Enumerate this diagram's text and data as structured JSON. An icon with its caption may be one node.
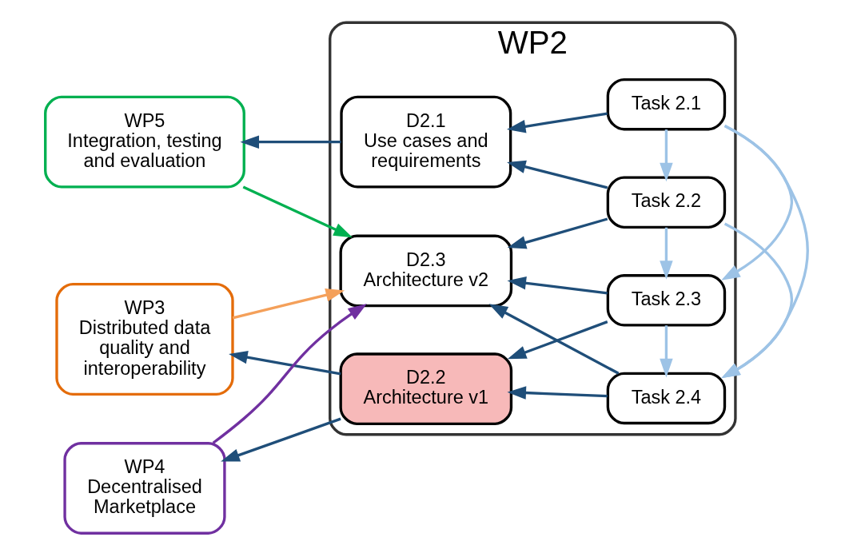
{
  "diagram": {
    "nodes": [
      {
        "text": [
          "WP2"
        ]
      },
      {
        "text": [
          "Task 2.1"
        ],
        "in": 0
      },
      {
        "text": [
          "D2.1",
          "Use cases and requirements"
        ],
        "in": 0
      },
      {
        "text": [
          "Task 2.2"
        ],
        "in": 0
      },
      {
        "text": [
          "D2.2",
          "Architecture v1"
        ],
        "in": 0
      },
      {
        "text": [
          "Task 2.3"
        ],
        "in": 0
      },
      {
        "text": [
          "D2.3",
          "Architecture v2"
        ],
        "in": 0
      },
      {
        "text": [
          "Task 2.4"
        ],
        "in": 0
      },
      {
        "text": [
          "WP5",
          "Integration, testing and evaluation"
        ]
      },
      {
        "text": [
          "WP4",
          "Decentralised Marketplace"
        ]
      },
      {
        "text": [
          "WP3",
          "Distributed data quality and interoperability"
        ]
      }
    ],
    "edges": [
      {
        "from": 1,
        "to": 2,
        "arrow": "to"
      },
      {
        "from": 3,
        "to": 2,
        "arrow": "to"
      },
      {
        "from": 3,
        "to": 6,
        "arrow": "to"
      },
      {
        "from": 5,
        "to": 4,
        "arrow": "to"
      },
      {
        "from": 5,
        "to": 6,
        "arrow": "to"
      },
      {
        "from": 7,
        "to": 4,
        "arrow": "to"
      },
      {
        "from": 7,
        "to": 6,
        "arrow": "to"
      },
      {
        "from": 1,
        "to": 3,
        "arrow": "to",
        "color": "#9dc3e6"
      },
      {
        "from": 3,
        "to": 5,
        "arrow": "to",
        "color": "#9dc3e6"
      },
      {
        "from": 5,
        "to": 7,
        "arrow": "to",
        "color": "#9dc3e6"
      },
      {
        "from": 1,
        "to": 5,
        "arrow": "to",
        "color": "#9dc3e6"
      },
      {
        "from": 1,
        "to": 7,
        "arrow": "to",
        "color": "#9dc3e6"
      },
      {
        "from": 3,
        "to": 7,
        "arrow": "to",
        "color": "#9dc3e6"
      },
      {
        "from": 2,
        "to": 8,
        "arrow": "to"
      },
      {
        "from": 4,
        "to": 9,
        "arrow": "to"
      },
      {
        "from": 4,
        "to": 10,
        "arrow": "to"
      },
      {
        "from": 8,
        "to": 6,
        "arrow": "to",
        "color": "#00b050"
      },
      {
        "from": 9,
        "to": 6,
        "arrow": "to",
        "color": "#7030a0"
      },
      {
        "from": 10,
        "to": 6,
        "arrow": "to",
        "color": "#f4a05a"
      }
    ]
  }
}
